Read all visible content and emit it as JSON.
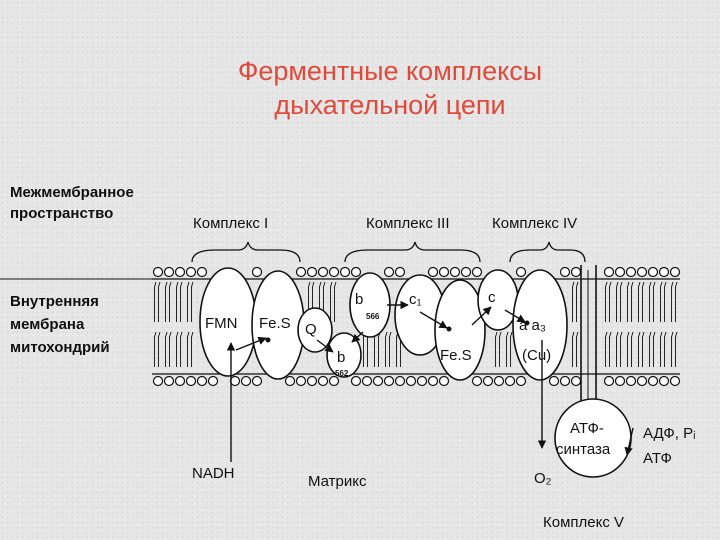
{
  "title": {
    "line1": "Ферментные комплексы",
    "line2": "дыхательной цепи"
  },
  "labels": {
    "intermembrane_1": "Межмембранное",
    "intermembrane_2": "пространство",
    "inner_membrane_1": "Внутренняя",
    "inner_membrane_2": "мембрана",
    "inner_membrane_3": "митохондрий",
    "complex1": "Комплекс I",
    "complex3": "Комплекс III",
    "complex4": "Комплекс IV",
    "complex5": "Комплекс V",
    "matrix": "Матрикс"
  },
  "components": {
    "fmn": "FMN",
    "fes1": "Fe.S",
    "q": "Q",
    "b_top": "b",
    "b_top_sub": "566",
    "b_bottom": "b",
    "b_bottom_sub": "562",
    "c1": "c₁",
    "fes3": "Fe.S",
    "c": "c",
    "aa3": "a a₃",
    "cu": "(Cu)",
    "atp_synthase_1": "АТФ-",
    "atp_synthase_2": "синтаза",
    "nadh": "NADH",
    "o2": "O₂",
    "adp_pi": "АДФ, Pᵢ",
    "atp": "АТФ"
  }
}
